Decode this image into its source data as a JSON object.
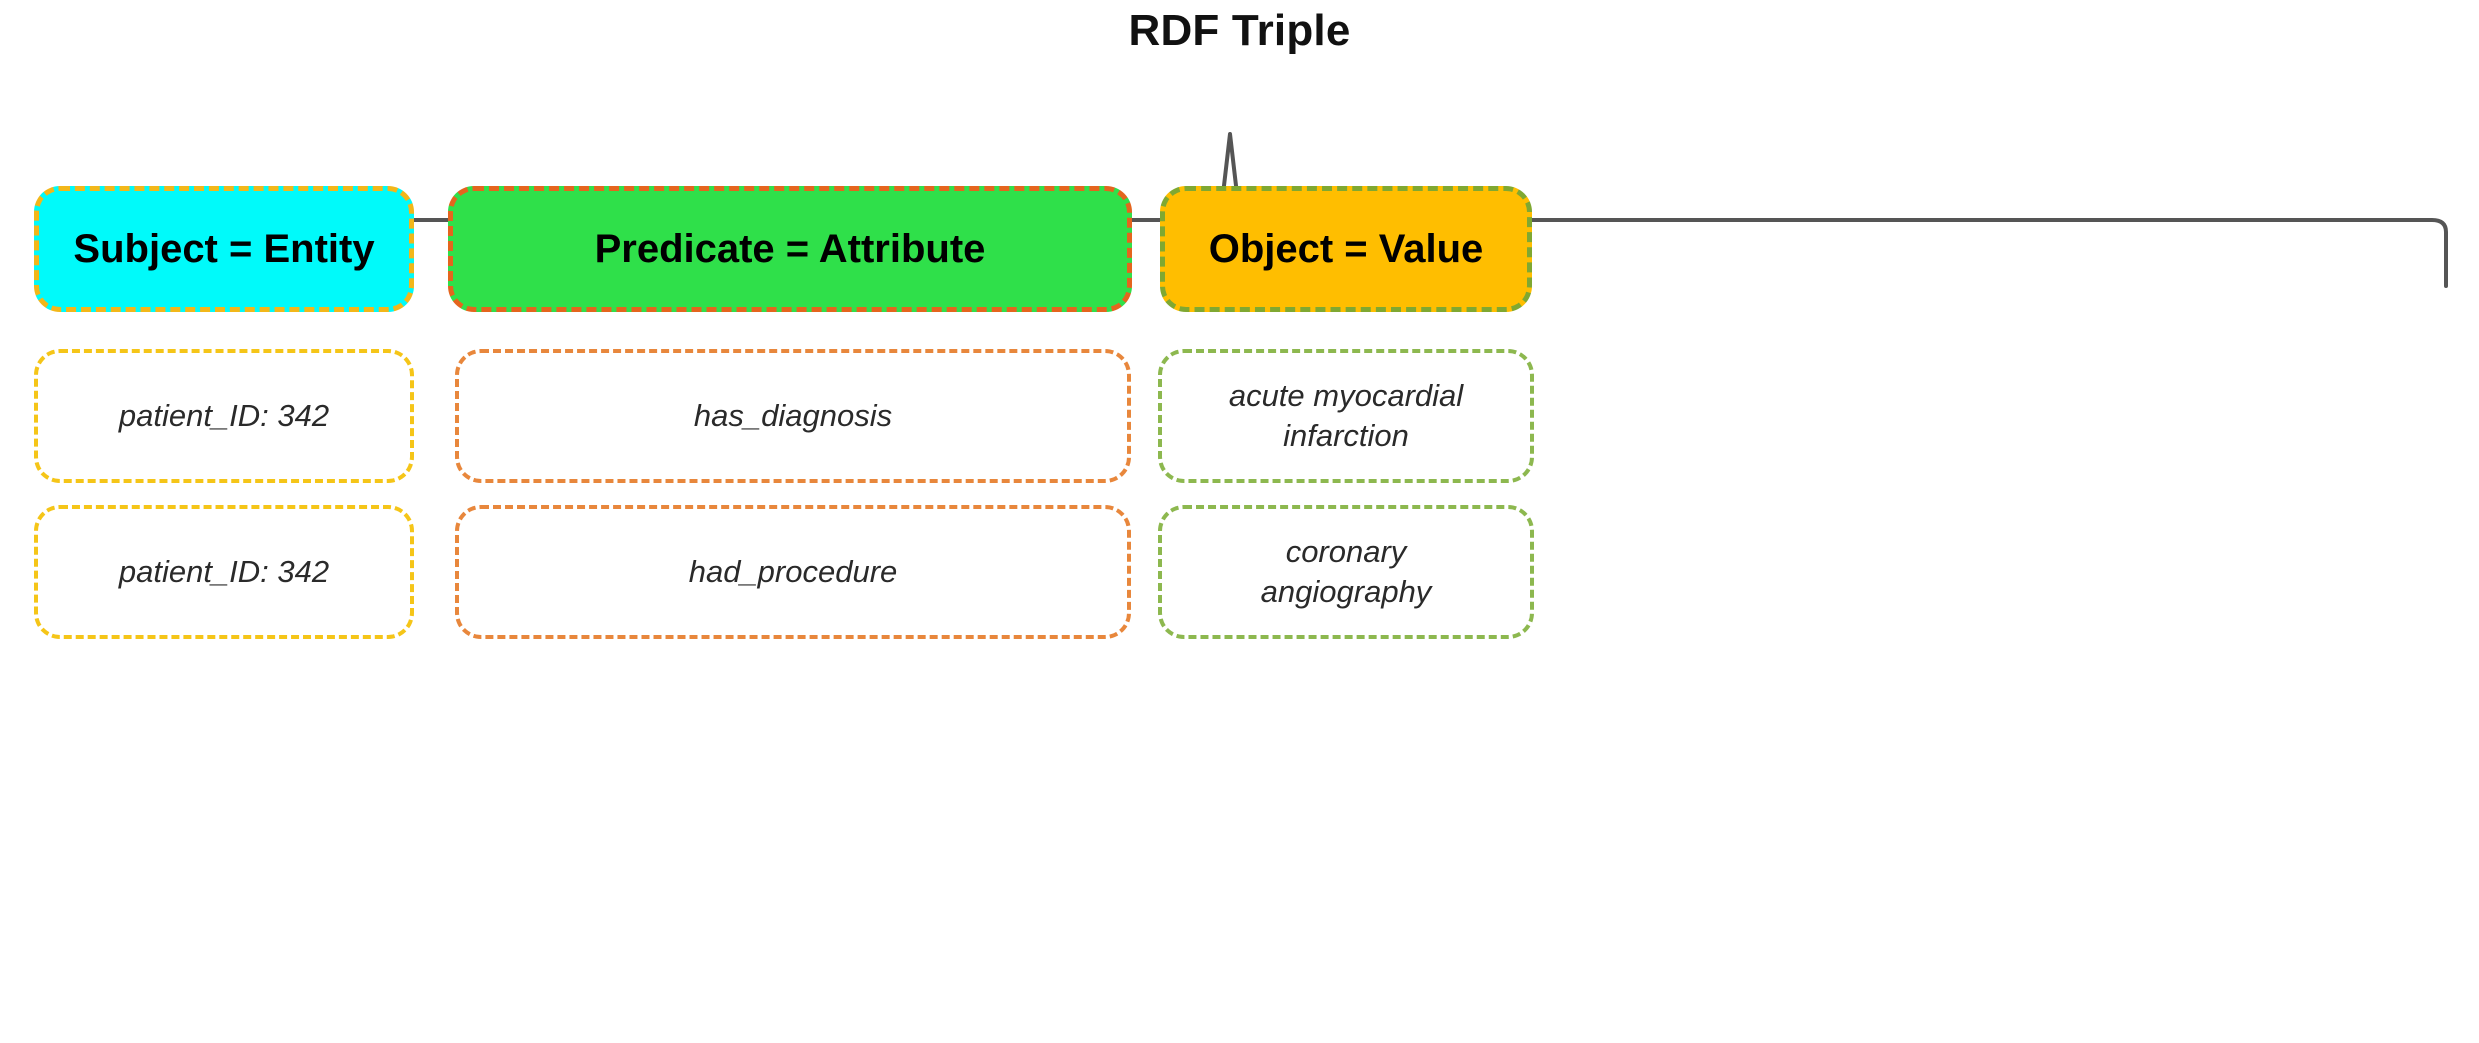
{
  "diagram": {
    "title": "RDF Triple",
    "brace": {
      "name": "grouping-brace",
      "spans_columns": [
        "Subject = Entity",
        "Predicate = Attribute",
        "Object = Value"
      ],
      "color": "#555555"
    },
    "colors": {
      "subject_fill": "#00FAFA",
      "subject_border": "#F2B71A",
      "predicate_fill": "#2FE04A",
      "predicate_border": "#E4651E",
      "object_fill": "#FFBE00",
      "object_border": "#7FA832",
      "cell_fill": "#FFFFFF",
      "cell_subject_border": "#F5C518",
      "cell_predicate_border": "#E8873C",
      "cell_object_border": "#8DB84F",
      "text": "#000000",
      "cell_text": "#2A2A2A"
    },
    "columns": [
      {
        "key": "subject",
        "header": "Subject = Entity"
      },
      {
        "key": "predicate",
        "header": "Predicate = Attribute"
      },
      {
        "key": "object",
        "header": "Object = Value"
      }
    ],
    "rows": [
      {
        "subject": "patient_ID: 342",
        "predicate": "has_diagnosis",
        "object_line1": "acute myocardial",
        "object_line2": "infarction"
      },
      {
        "subject": "patient_ID: 342",
        "predicate": "had_procedure",
        "object_line1": "coronary",
        "object_line2": "angiography"
      }
    ]
  }
}
